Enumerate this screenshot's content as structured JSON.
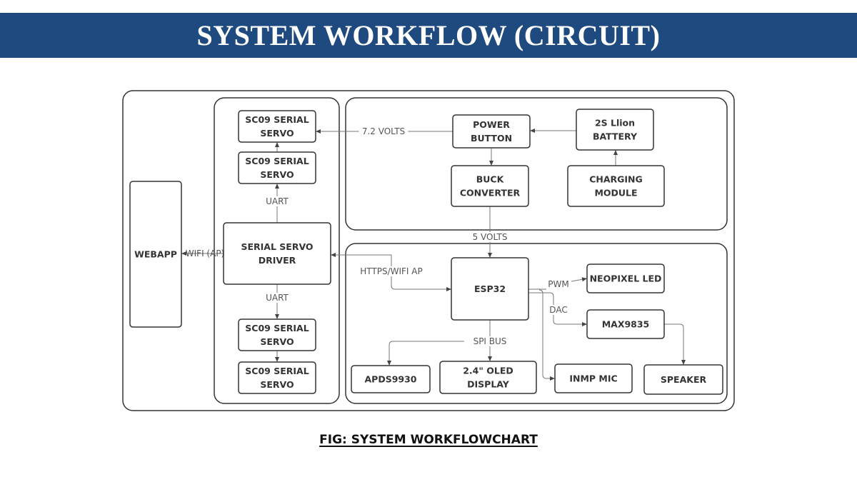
{
  "header": {
    "title": "SYSTEM WORKFLOW (CIRCUIT)",
    "banner_color": "#1f4a80"
  },
  "caption": "FIG: SYSTEM WORKFLOWCHART",
  "nodes": {
    "webapp": [
      "WEBAPP"
    ],
    "servo1": [
      "SC09 SERIAL",
      "SERVO"
    ],
    "servo2": [
      "SC09 SERIAL",
      "SERVO"
    ],
    "driver": [
      "SERIAL SERVO",
      "DRIVER"
    ],
    "servo3": [
      "SC09 SERIAL",
      "SERVO"
    ],
    "servo4": [
      "SC09 SERIAL",
      "SERVO"
    ],
    "power": [
      "POWER",
      "BUTTON"
    ],
    "battery": [
      "2S Llion",
      "BATTERY"
    ],
    "buck": [
      "BUCK",
      "CONVERTER"
    ],
    "charging": [
      "CHARGING",
      "MODULE"
    ],
    "esp32": [
      "ESP32"
    ],
    "neopixel": [
      "NEOPIXEL LED"
    ],
    "max9835": [
      "MAX9835"
    ],
    "apds": [
      "APDS9930"
    ],
    "oled": [
      "2.4\" OLED",
      "DISPLAY"
    ],
    "mic": [
      "INMP MIC"
    ],
    "speaker": [
      "SPEAKER"
    ]
  },
  "edges": {
    "volts72": "7.2 VOLTS",
    "volts5": "5 VOLTS",
    "uart_top": "UART",
    "uart_bottom": "UART",
    "wifi_ap": "WIFI (AP)",
    "https": "HTTPS/WIFI AP",
    "pwm": "PWM",
    "dac": "DAC",
    "spi": "SPI BUS"
  }
}
